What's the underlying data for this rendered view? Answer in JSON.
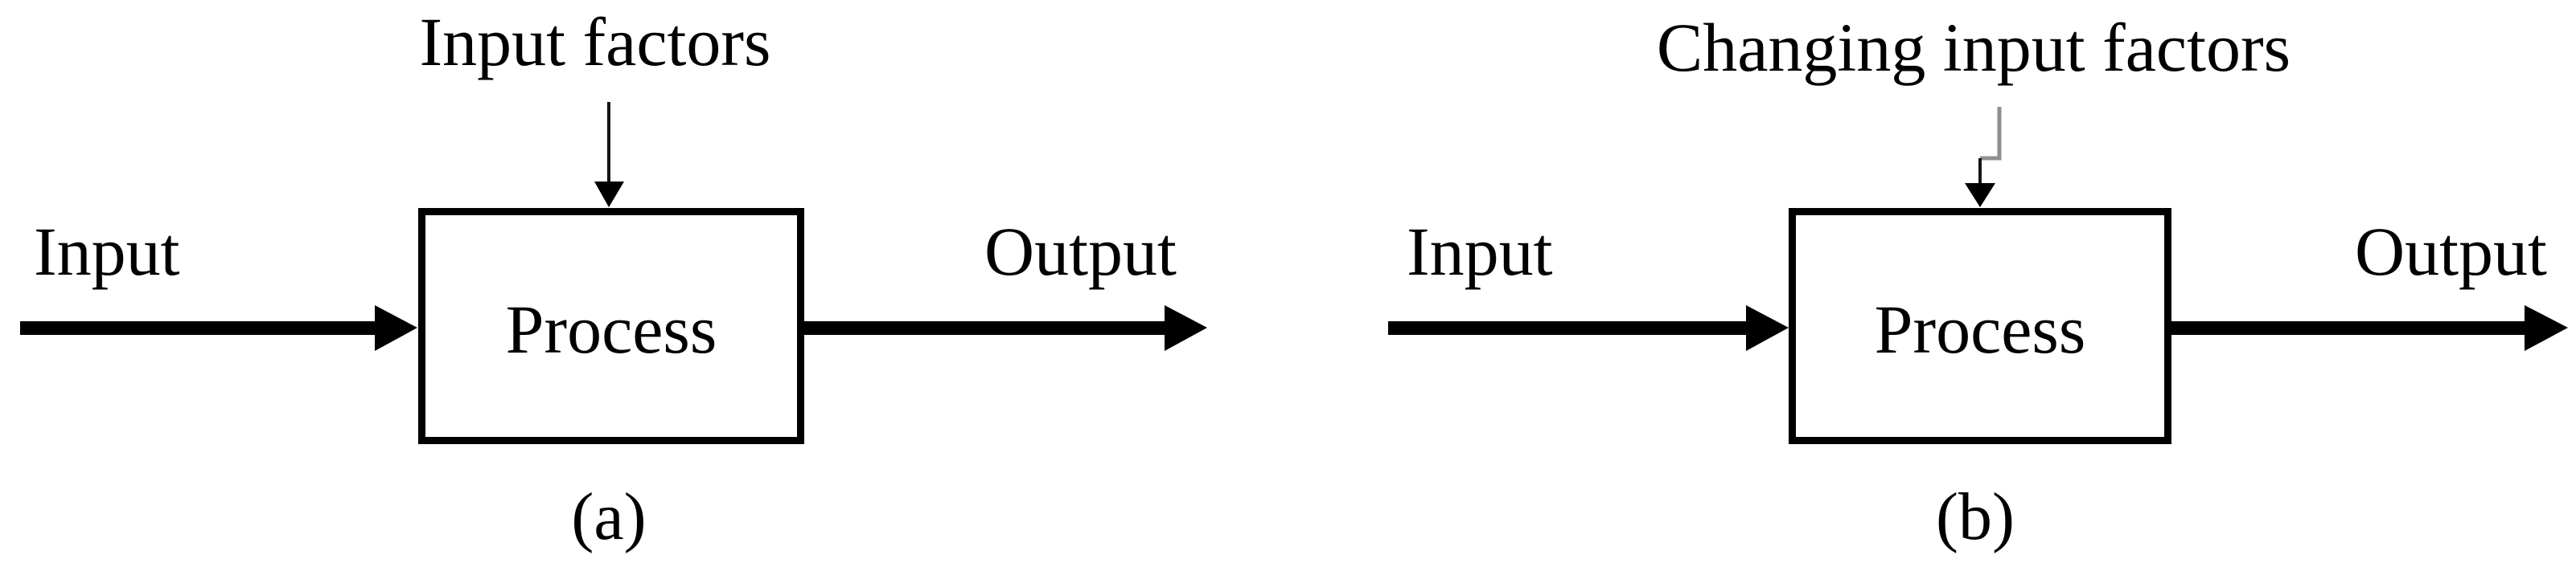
{
  "figure": {
    "background_color": "#ffffff",
    "ink_color": "#000000",
    "step_connector_gray": "#8f8f8f",
    "description_visible_panels": 2
  },
  "diagram_a": {
    "top_label": "Input factors",
    "input_label": "Input",
    "process_label": "Process",
    "output_label": "Output",
    "caption": "(a)"
  },
  "diagram_b": {
    "top_label": "Changing input factors",
    "input_label": "Input",
    "process_label": "Process",
    "output_label": "Output",
    "caption": "(b)"
  }
}
